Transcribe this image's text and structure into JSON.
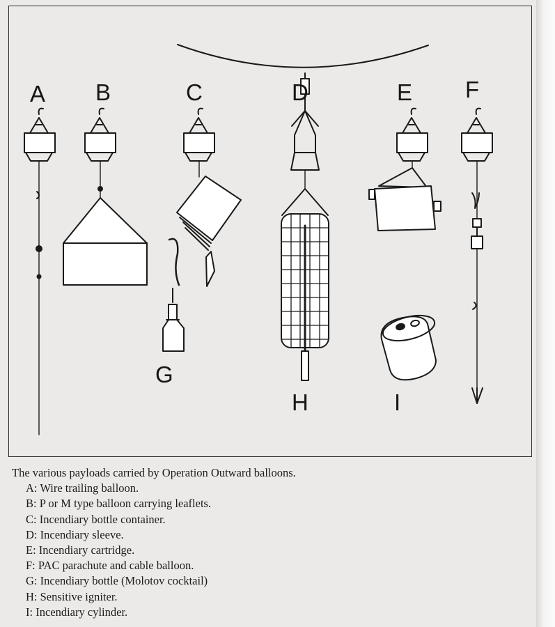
{
  "figure": {
    "labels": {
      "A": "A",
      "B": "B",
      "C": "C",
      "D": "D",
      "E": "E",
      "F": "F",
      "G": "G",
      "H": "H",
      "I": "I"
    }
  },
  "caption": {
    "title": "The various payloads carried by Operation Outward balloons.",
    "items": [
      "A: Wire trailing balloon.",
      "B: P or M type balloon carrying leaflets.",
      "C: Incendiary bottle container.",
      "D: Incendiary sleeve.",
      "E: Incendiary cartridge.",
      "F: PAC parachute and cable balloon.",
      "G: Incendiary bottle (Molotov cocktail)",
      "H: Sensitive igniter.",
      "I: Incendiary cylinder."
    ]
  }
}
